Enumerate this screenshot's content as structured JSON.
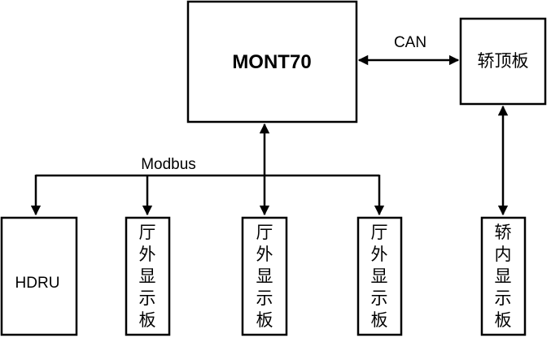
{
  "diagram": {
    "controller": {
      "label": "MONT70"
    },
    "car_top_board": {
      "label": "轿顶板"
    },
    "links": {
      "can": "CAN",
      "modbus": "Modbus"
    },
    "hdru": {
      "label": "HDRU"
    },
    "hall_displays": [
      {
        "chars": [
          "厅",
          "外",
          "显",
          "示",
          "板"
        ]
      },
      {
        "chars": [
          "厅",
          "外",
          "显",
          "示",
          "板"
        ]
      },
      {
        "chars": [
          "厅",
          "外",
          "显",
          "示",
          "板"
        ]
      }
    ],
    "car_display": {
      "chars": [
        "轿",
        "内",
        "显",
        "示",
        "板"
      ]
    }
  }
}
